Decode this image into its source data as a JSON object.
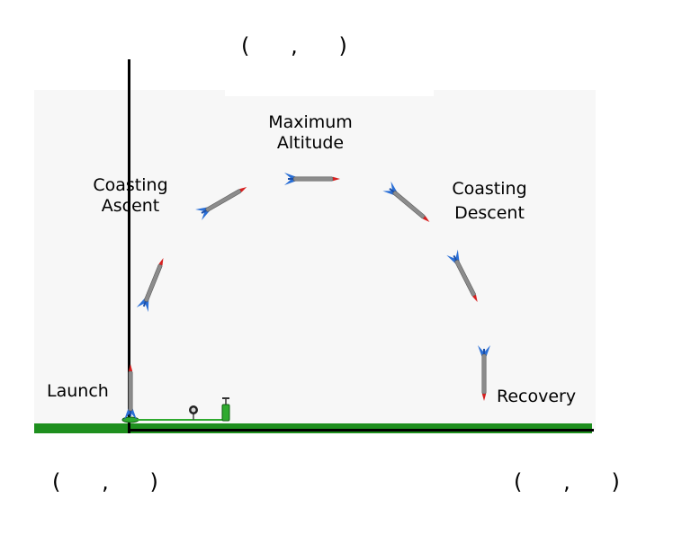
{
  "labels": {
    "launch": "Launch",
    "coasting_ascent": [
      "Coasting",
      "Ascent"
    ],
    "maximum_altitude": [
      "Maximum",
      "Altitude"
    ],
    "coasting_descent": [
      "Coasting",
      "Descent"
    ],
    "recovery": "Recovery"
  },
  "coordinate_placeholders": {
    "top": "(      ,      )",
    "bottom_left": "(      ,      )",
    "bottom_right": "(      ,      )"
  },
  "colors": {
    "sky": "#f7f7f7",
    "ground": "#1e8f1e",
    "rocket_body": "#8c8c8c",
    "rocket_fin": "#2a6fd6",
    "rocket_nose": "#d62020",
    "pump": "#2faa2f",
    "axis": "#000000"
  },
  "icons": [
    "rocket-icon",
    "launcher-pump-icon",
    "pressure-gauge-icon"
  ]
}
